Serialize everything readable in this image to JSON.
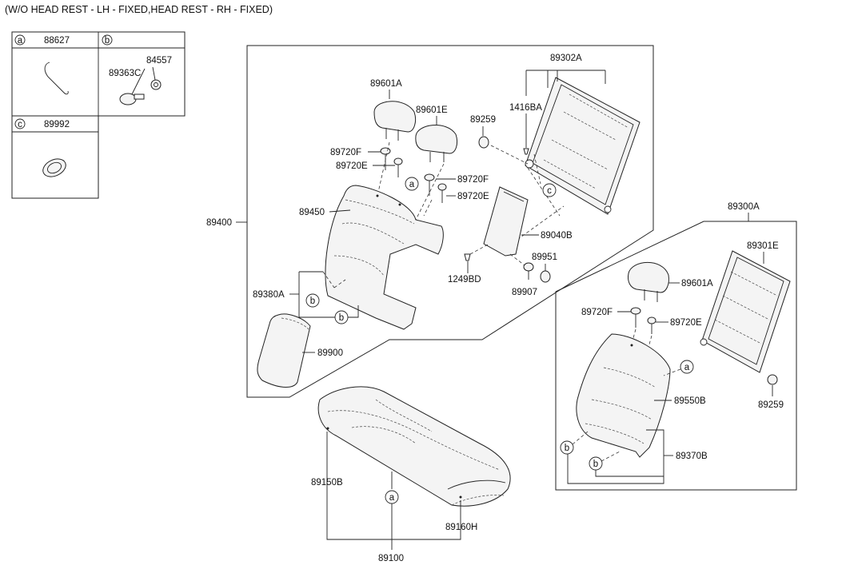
{
  "header": {
    "title": "(W/O HEAD REST - LH - FIXED,HEAD REST - RH - FIXED)"
  },
  "legend": {
    "a": {
      "letter": "a",
      "part": "88627"
    },
    "b": {
      "letter": "b",
      "part": "",
      "sub1": "84557",
      "sub2": "89363C"
    },
    "c": {
      "letter": "c",
      "part": "89992"
    }
  },
  "callouts": {
    "a": "a",
    "b": "b",
    "c": "c"
  },
  "parts": {
    "p89400": "89400",
    "p89302A": "89302A",
    "p89601A_l": "89601A",
    "p89601E": "89601E",
    "p89259_l": "89259",
    "p1416BA": "1416BA",
    "p89720F_l1": "89720F",
    "p89720E_l1": "89720E",
    "p89720F_l2": "89720F",
    "p89720E_l2": "89720E",
    "p89450": "89450",
    "p89040B": "89040B",
    "p89951": "89951",
    "p1249BD": "1249BD",
    "p89907": "89907",
    "p89380A": "89380A",
    "p89900": "89900",
    "p89300A": "89300A",
    "p89301E": "89301E",
    "p89601A_r": "89601A",
    "p89720F_r": "89720F",
    "p89720E_r": "89720E",
    "p89550B": "89550B",
    "p89259_r": "89259",
    "p89370B": "89370B",
    "p89150B": "89150B",
    "p89160H": "89160H",
    "p89100": "89100"
  }
}
